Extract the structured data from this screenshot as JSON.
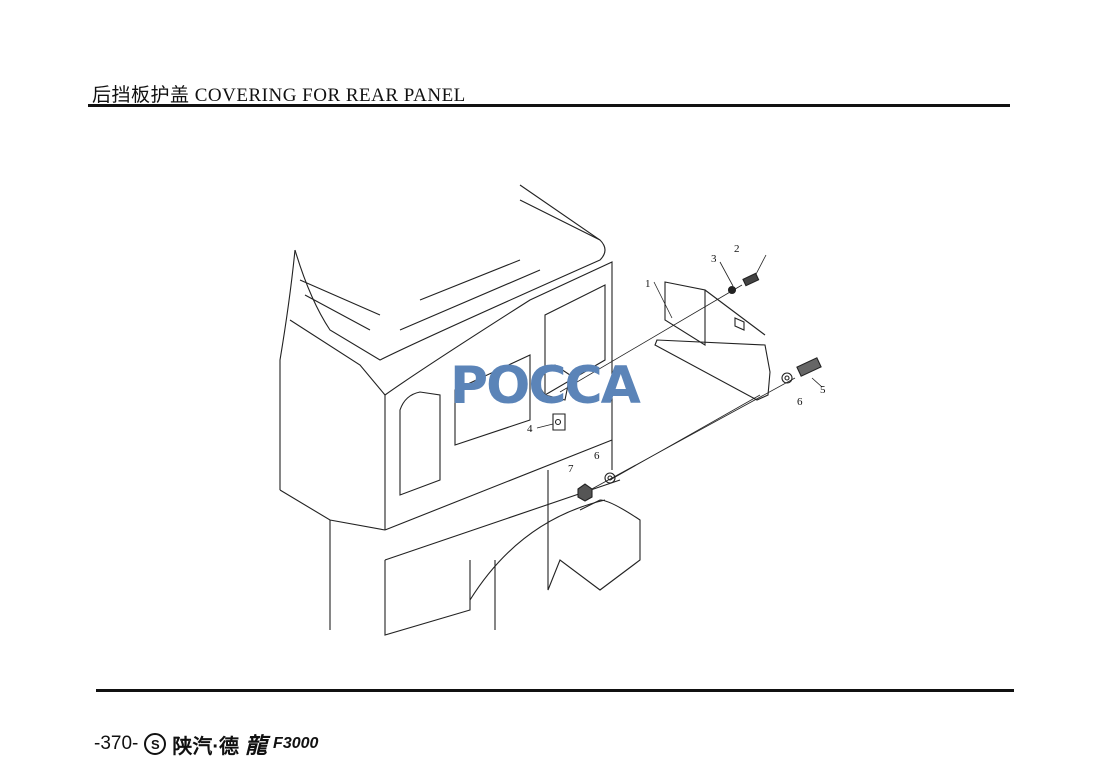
{
  "header": {
    "title": "后挡板护盖 COVERING FOR REAR PANEL"
  },
  "diagram": {
    "callouts": [
      "1",
      "2",
      "3",
      "4",
      "5",
      "6",
      "6",
      "7"
    ],
    "watermark": "POCCA"
  },
  "footer": {
    "page_number": "-370-",
    "logo_icon": "shacman-circle-logo",
    "logo_glyph": "S",
    "brand": "陕汽·德",
    "brand2": "龍",
    "model": "F3000"
  }
}
